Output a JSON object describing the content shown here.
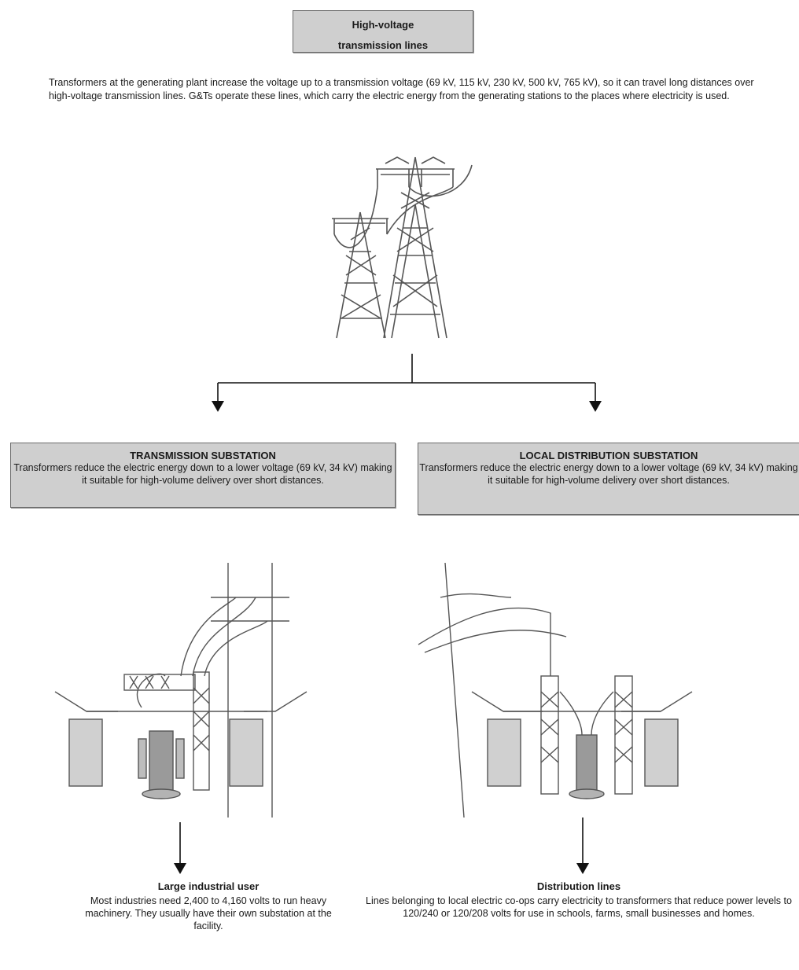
{
  "header": {
    "title_line1": "High-voltage",
    "title_line2": "transmission lines"
  },
  "intro": "Transformers at the generating plant increase the voltage up to a transmission voltage (69 kV, 115 kV, 230 kV, 500 kV, 765 kV), so it can travel long distances over high-voltage transmission lines. G&Ts operate these lines, which carry the electric energy from the generating stations to the places where electricity is used.",
  "substations": [
    {
      "title": "TRANSMISSION SUBSTATION",
      "body": "Transformers reduce the electric energy down to a lower voltage (69 kV, 34 kV) making it suitable for high-volume delivery over short distances."
    },
    {
      "title": "LOCAL DISTRIBUTION SUBSTATION",
      "body": "Transformers reduce the electric energy down to a lower voltage (69 kV, 34 kV) making it suitable for high-volume delivery over short distances."
    }
  ],
  "endpoints": [
    {
      "title": "Large industrial user",
      "body": "Most industries need 2,400 to 4,160 volts to run heavy machinery. They usually have their own substation at the facility."
    },
    {
      "title": "Distribution lines",
      "body": "Lines belonging to local electric co-ops carry electricity to transformers that reduce power levels to 120/240 or 120/208 volts for use in schools, farms, small businesses and homes."
    }
  ],
  "colors": {
    "box_fill": "#cfcfcf",
    "structure": "#555555",
    "arrow": "#111111"
  },
  "icons": [
    "transmission-tower-icon",
    "transmission-substation-icon",
    "distribution-substation-icon",
    "arrow-down-icon"
  ]
}
